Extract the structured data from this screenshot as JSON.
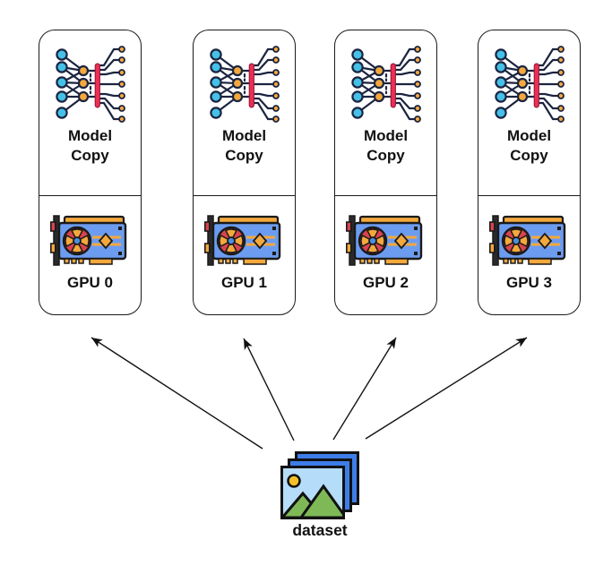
{
  "diagram_type": "data-parallel-training",
  "units": [
    {
      "model_label": "Model\nCopy",
      "gpu_label": "GPU 0"
    },
    {
      "model_label": "Model\nCopy",
      "gpu_label": "GPU 1"
    },
    {
      "model_label": "Model\nCopy",
      "gpu_label": "GPU 2"
    },
    {
      "model_label": "Model\nCopy",
      "gpu_label": "GPU 3"
    }
  ],
  "dataset": {
    "label": "dataset"
  },
  "icons": {
    "model": "neural-network-icon",
    "gpu": "gpu-card-icon",
    "dataset": "stacked-images-icon"
  },
  "arrows": [
    {
      "from": [
        293,
        501
      ],
      "to": [
        102,
        377
      ]
    },
    {
      "from": [
        328,
        492
      ],
      "to": [
        272,
        378
      ]
    },
    {
      "from": [
        372,
        491
      ],
      "to": [
        442,
        377
      ]
    },
    {
      "from": [
        408,
        490
      ],
      "to": [
        588,
        377
      ]
    }
  ],
  "colors": {
    "outline": "#1a1a1a",
    "wire": "#1b2440",
    "node_cyan": "#45c1e8",
    "node_orange": "#f5a83c",
    "bar_red": "#ed2e52",
    "gpu_blue": "#6c9cf0",
    "gpu_orange": "#f5a83c",
    "gpu_red": "#d9434e",
    "dataset_blue": "#3e7de8",
    "dataset_sky": "#b5dcf8",
    "dataset_green": "#7fb957",
    "dataset_sun": "#f2c029"
  }
}
